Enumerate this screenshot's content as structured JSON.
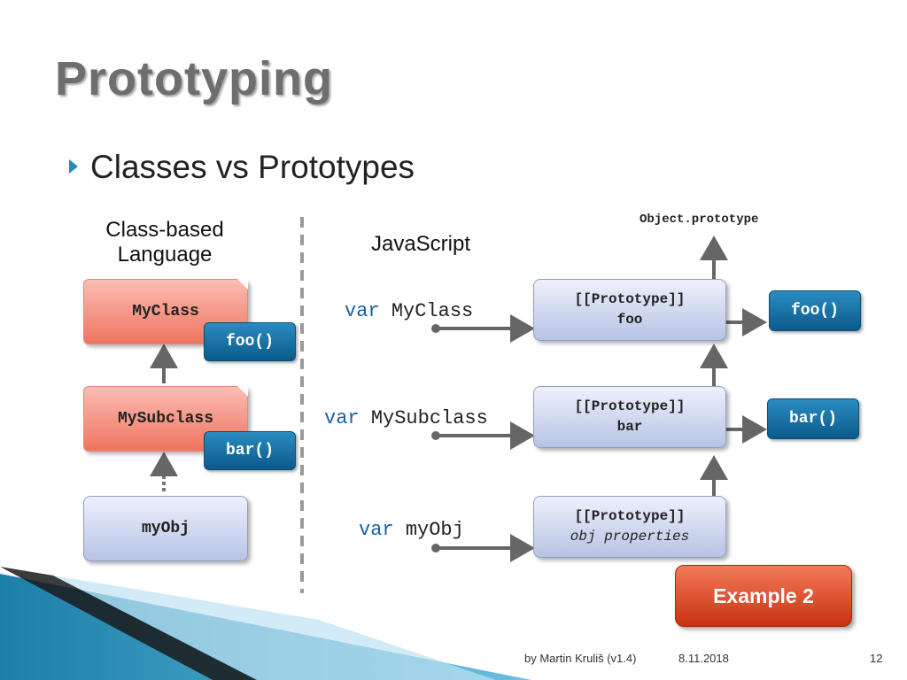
{
  "slide": {
    "title": "Prototyping",
    "bullet": "Classes vs Prototypes"
  },
  "class_side": {
    "heading_line1": "Class-based",
    "heading_line2": "Language",
    "myclass": "MyClass",
    "foo_method": "foo()",
    "mysubclass": "MySubclass",
    "bar_method": "bar()",
    "myobj": "myObj"
  },
  "js_side": {
    "heading": "JavaScript",
    "object_prototype": "Object.prototype",
    "vars": [
      {
        "keyword": "var",
        "name": "MyClass"
      },
      {
        "keyword": "var",
        "name": "MySubclass"
      },
      {
        "keyword": "var",
        "name": "myObj"
      }
    ],
    "boxes": [
      {
        "proto": "[[Prototype]]",
        "member": "foo"
      },
      {
        "proto": "[[Prototype]]",
        "member": "bar"
      },
      {
        "proto": "[[Prototype]]",
        "member": "obj properties"
      }
    ],
    "foo_method": "foo()",
    "bar_method": "bar()"
  },
  "example_button": "Example 2",
  "footer": {
    "author": "by Martin Kruliš (v1.4)",
    "date": "8.11.2018",
    "page": "12"
  },
  "colors": {
    "accent_blue": "#1f8fb8",
    "class_box": "#f07460",
    "method_box": "#0b5a8c",
    "object_box": "#b7c3e6",
    "example_button": "#c8320f",
    "arrow": "#666666"
  }
}
